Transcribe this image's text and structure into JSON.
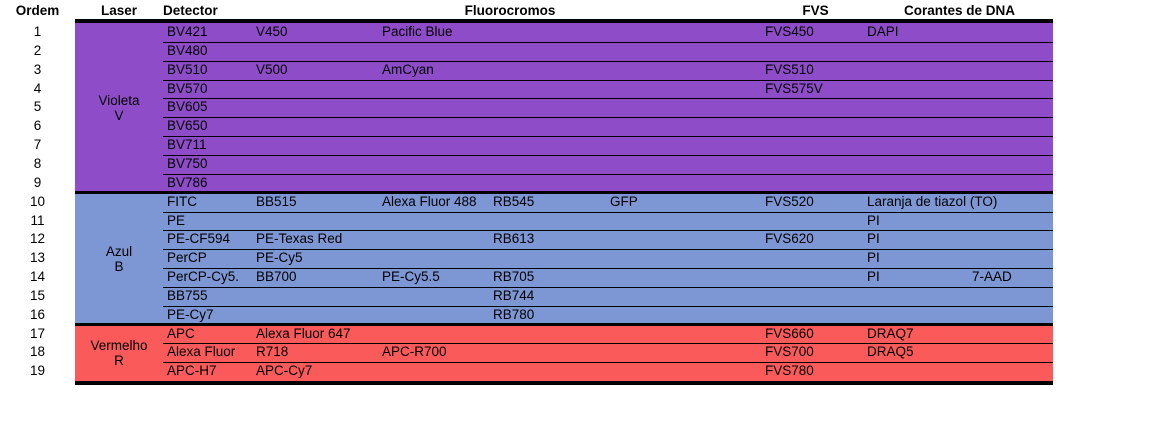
{
  "header": {
    "ordem": "Ordem",
    "laser": "Laser",
    "detector": "Detector",
    "fluorocromos": "Fluorocromos",
    "fvs": "FVS",
    "corantes_de_dna": "Corantes de DNA"
  },
  "colors": {
    "violet": "#8e4cc9",
    "blue": "#7d96d4",
    "red": "#fa5a5a",
    "border": "#000000",
    "background": "#ffffff"
  },
  "groups": [
    {
      "label_lines": [
        "Violeta",
        "V"
      ],
      "color_key": "violet",
      "row_start": 1,
      "row_end": 9
    },
    {
      "label_lines": [
        "Azul",
        "B"
      ],
      "color_key": "blue",
      "row_start": 10,
      "row_end": 16
    },
    {
      "label_lines": [
        "Vermelho",
        "R"
      ],
      "color_key": "red",
      "row_start": 17,
      "row_end": 19
    }
  ],
  "columns": {
    "c1": "detector-1",
    "c2": "detector-2",
    "c3": "fluorochrome-1",
    "c4": "fluorochrome-2",
    "c5": "fluorochrome-3",
    "c6": "fvs",
    "c7": "dna-dye-1",
    "c8": "dna-dye-2"
  },
  "rows": [
    {
      "ordem": "1",
      "cells": {
        "c1": "BV421",
        "c2": "V450",
        "c3": "Pacific Blue",
        "c6": "FVS450",
        "c7": "DAPI"
      }
    },
    {
      "ordem": "2",
      "cells": {
        "c1": "BV480"
      }
    },
    {
      "ordem": "3",
      "cells": {
        "c1": "BV510",
        "c2": "V500",
        "c3": "AmCyan",
        "c6": "FVS510"
      }
    },
    {
      "ordem": "4",
      "cells": {
        "c1": "BV570",
        "c6": "FVS575V"
      }
    },
    {
      "ordem": "5",
      "cells": {
        "c1": "BV605"
      }
    },
    {
      "ordem": "6",
      "cells": {
        "c1": "BV650"
      }
    },
    {
      "ordem": "7",
      "cells": {
        "c1": "BV711"
      }
    },
    {
      "ordem": "8",
      "cells": {
        "c1": "BV750"
      }
    },
    {
      "ordem": "9",
      "cells": {
        "c1": "BV786"
      }
    },
    {
      "ordem": "10",
      "cells": {
        "c1": "FITC",
        "c2": "BB515",
        "c3": "Alexa Fluor 488",
        "c4": "RB545",
        "c5": "GFP",
        "c6": "FVS520",
        "c7": "Laranja de tiazol (TO)"
      }
    },
    {
      "ordem": "11",
      "cells": {
        "c1": "PE",
        "c7": "PI"
      }
    },
    {
      "ordem": "12",
      "cells": {
        "c1": "PE-CF594",
        "c2": "PE-Texas Red",
        "c4": "RB613",
        "c6": "FVS620",
        "c7": "PI"
      }
    },
    {
      "ordem": "13",
      "cells": {
        "c1": "PerCP",
        "c2": "PE-Cy5",
        "c7": "PI"
      }
    },
    {
      "ordem": "14",
      "cells": {
        "c1": "PerCP-Cy5.",
        "c2": "BB700",
        "c3": "PE-Cy5.5",
        "c4": "RB705",
        "c7": "PI",
        "c8": "7-AAD"
      }
    },
    {
      "ordem": "15",
      "cells": {
        "c1": "BB755",
        "c4": "RB744"
      }
    },
    {
      "ordem": "16",
      "cells": {
        "c1": "PE-Cy7",
        "c4": "RB780"
      }
    },
    {
      "ordem": "17",
      "cells": {
        "c1": "APC",
        "c2": "Alexa Fluor 647",
        "c6": "FVS660",
        "c7": "DRAQ7"
      }
    },
    {
      "ordem": "18",
      "cells": {
        "c1": "Alexa Fluor",
        "c2": "R718",
        "c3": "APC-R700",
        "c6": "FVS700",
        "c7": "DRAQ5"
      }
    },
    {
      "ordem": "19",
      "cells": {
        "c1": "APC-H7",
        "c2": "APC-Cy7",
        "c6": "FVS780"
      }
    }
  ]
}
